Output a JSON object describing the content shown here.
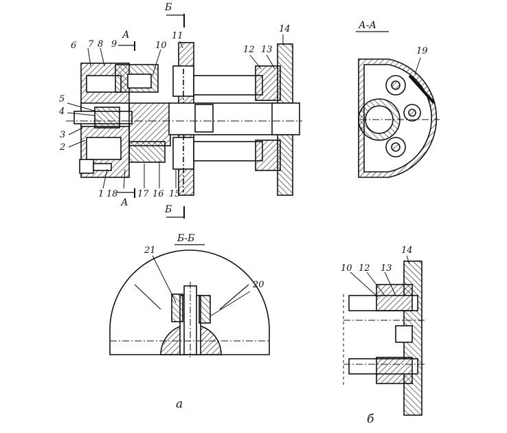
{
  "sections": {
    "main_view": {
      "labels": [
        "1",
        "2",
        "3",
        "4",
        "5",
        "6",
        "7",
        "8",
        "9",
        "10",
        "11",
        "12",
        "13",
        "14",
        "15",
        "16",
        "17",
        "18"
      ],
      "cut_letters": {
        "a_top": "А",
        "a_bottom": "А",
        "b_top": "Б",
        "b_bottom": "Б"
      }
    },
    "section_aa": {
      "title": "А-А",
      "labels": [
        "19"
      ]
    },
    "section_bb": {
      "title": "Б-Б",
      "labels": [
        "20",
        "21"
      ]
    },
    "detail_b": {
      "labels": [
        "10",
        "12",
        "13",
        "14"
      ]
    }
  },
  "captions": {
    "a": "а",
    "b": "б"
  },
  "colors": {
    "ink": "#111111",
    "paper": "#ffffff"
  }
}
